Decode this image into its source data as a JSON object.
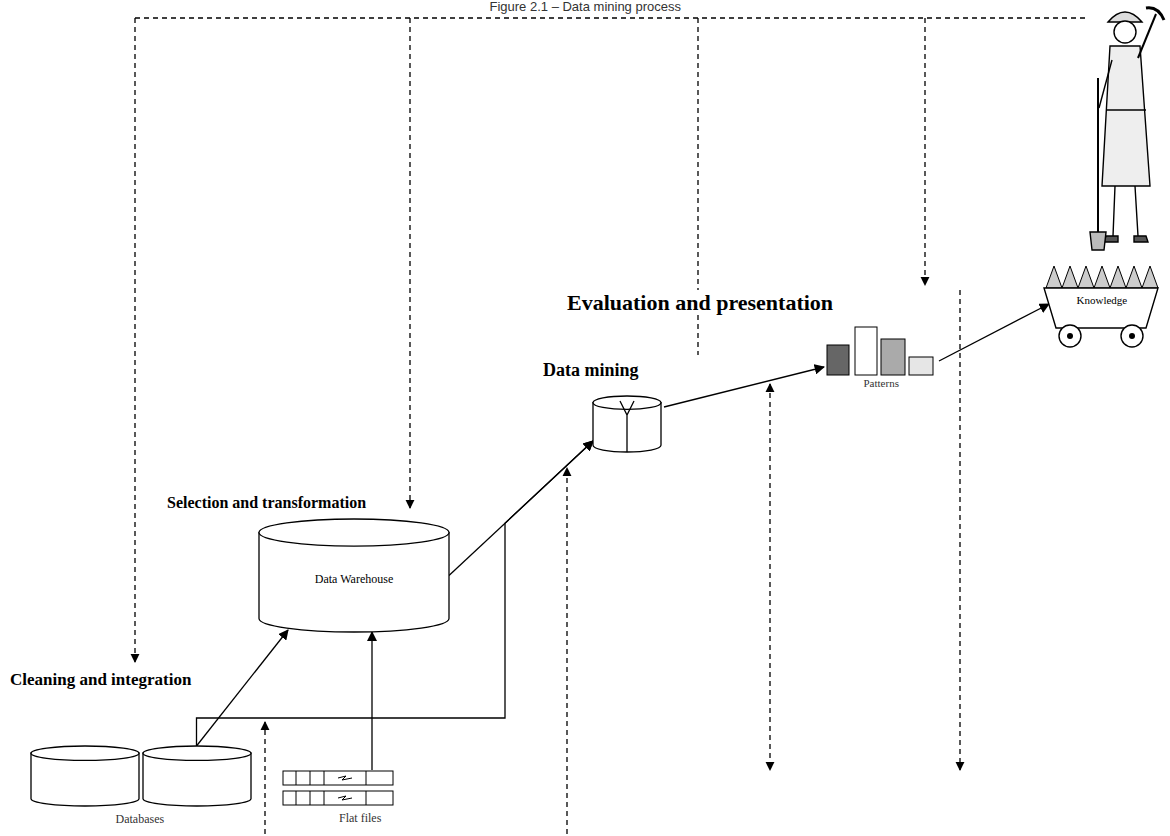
{
  "diagram": {
    "title": "Figure 2.1 – Data mining process",
    "nodes": [
      {
        "text": [
          "Databases"
        ]
      },
      {
        "text": [
          "Flat files"
        ]
      },
      {
        "text": [
          "Data Warehouse"
        ]
      },
      {
        "text": [
          "Data mining"
        ]
      },
      {
        "text": [
          "Patterns"
        ]
      },
      {
        "text": [
          "Knowledge"
        ]
      }
    ],
    "edges": [
      {
        "from": 0,
        "to": 2,
        "arrow": "to"
      },
      {
        "from": 1,
        "to": 2,
        "arrow": "to"
      },
      {
        "from": 0,
        "to": 3,
        "arrow": "to"
      },
      {
        "from": 2,
        "to": 3,
        "arrow": "to"
      },
      {
        "from": 3,
        "to": 4,
        "arrow": "to"
      },
      {
        "from": 4,
        "to": 5,
        "arrow": "to"
      }
    ],
    "labels": [
      "Cleaning and integration",
      "Selection and transformation",
      "Evaluation and presentation"
    ]
  }
}
